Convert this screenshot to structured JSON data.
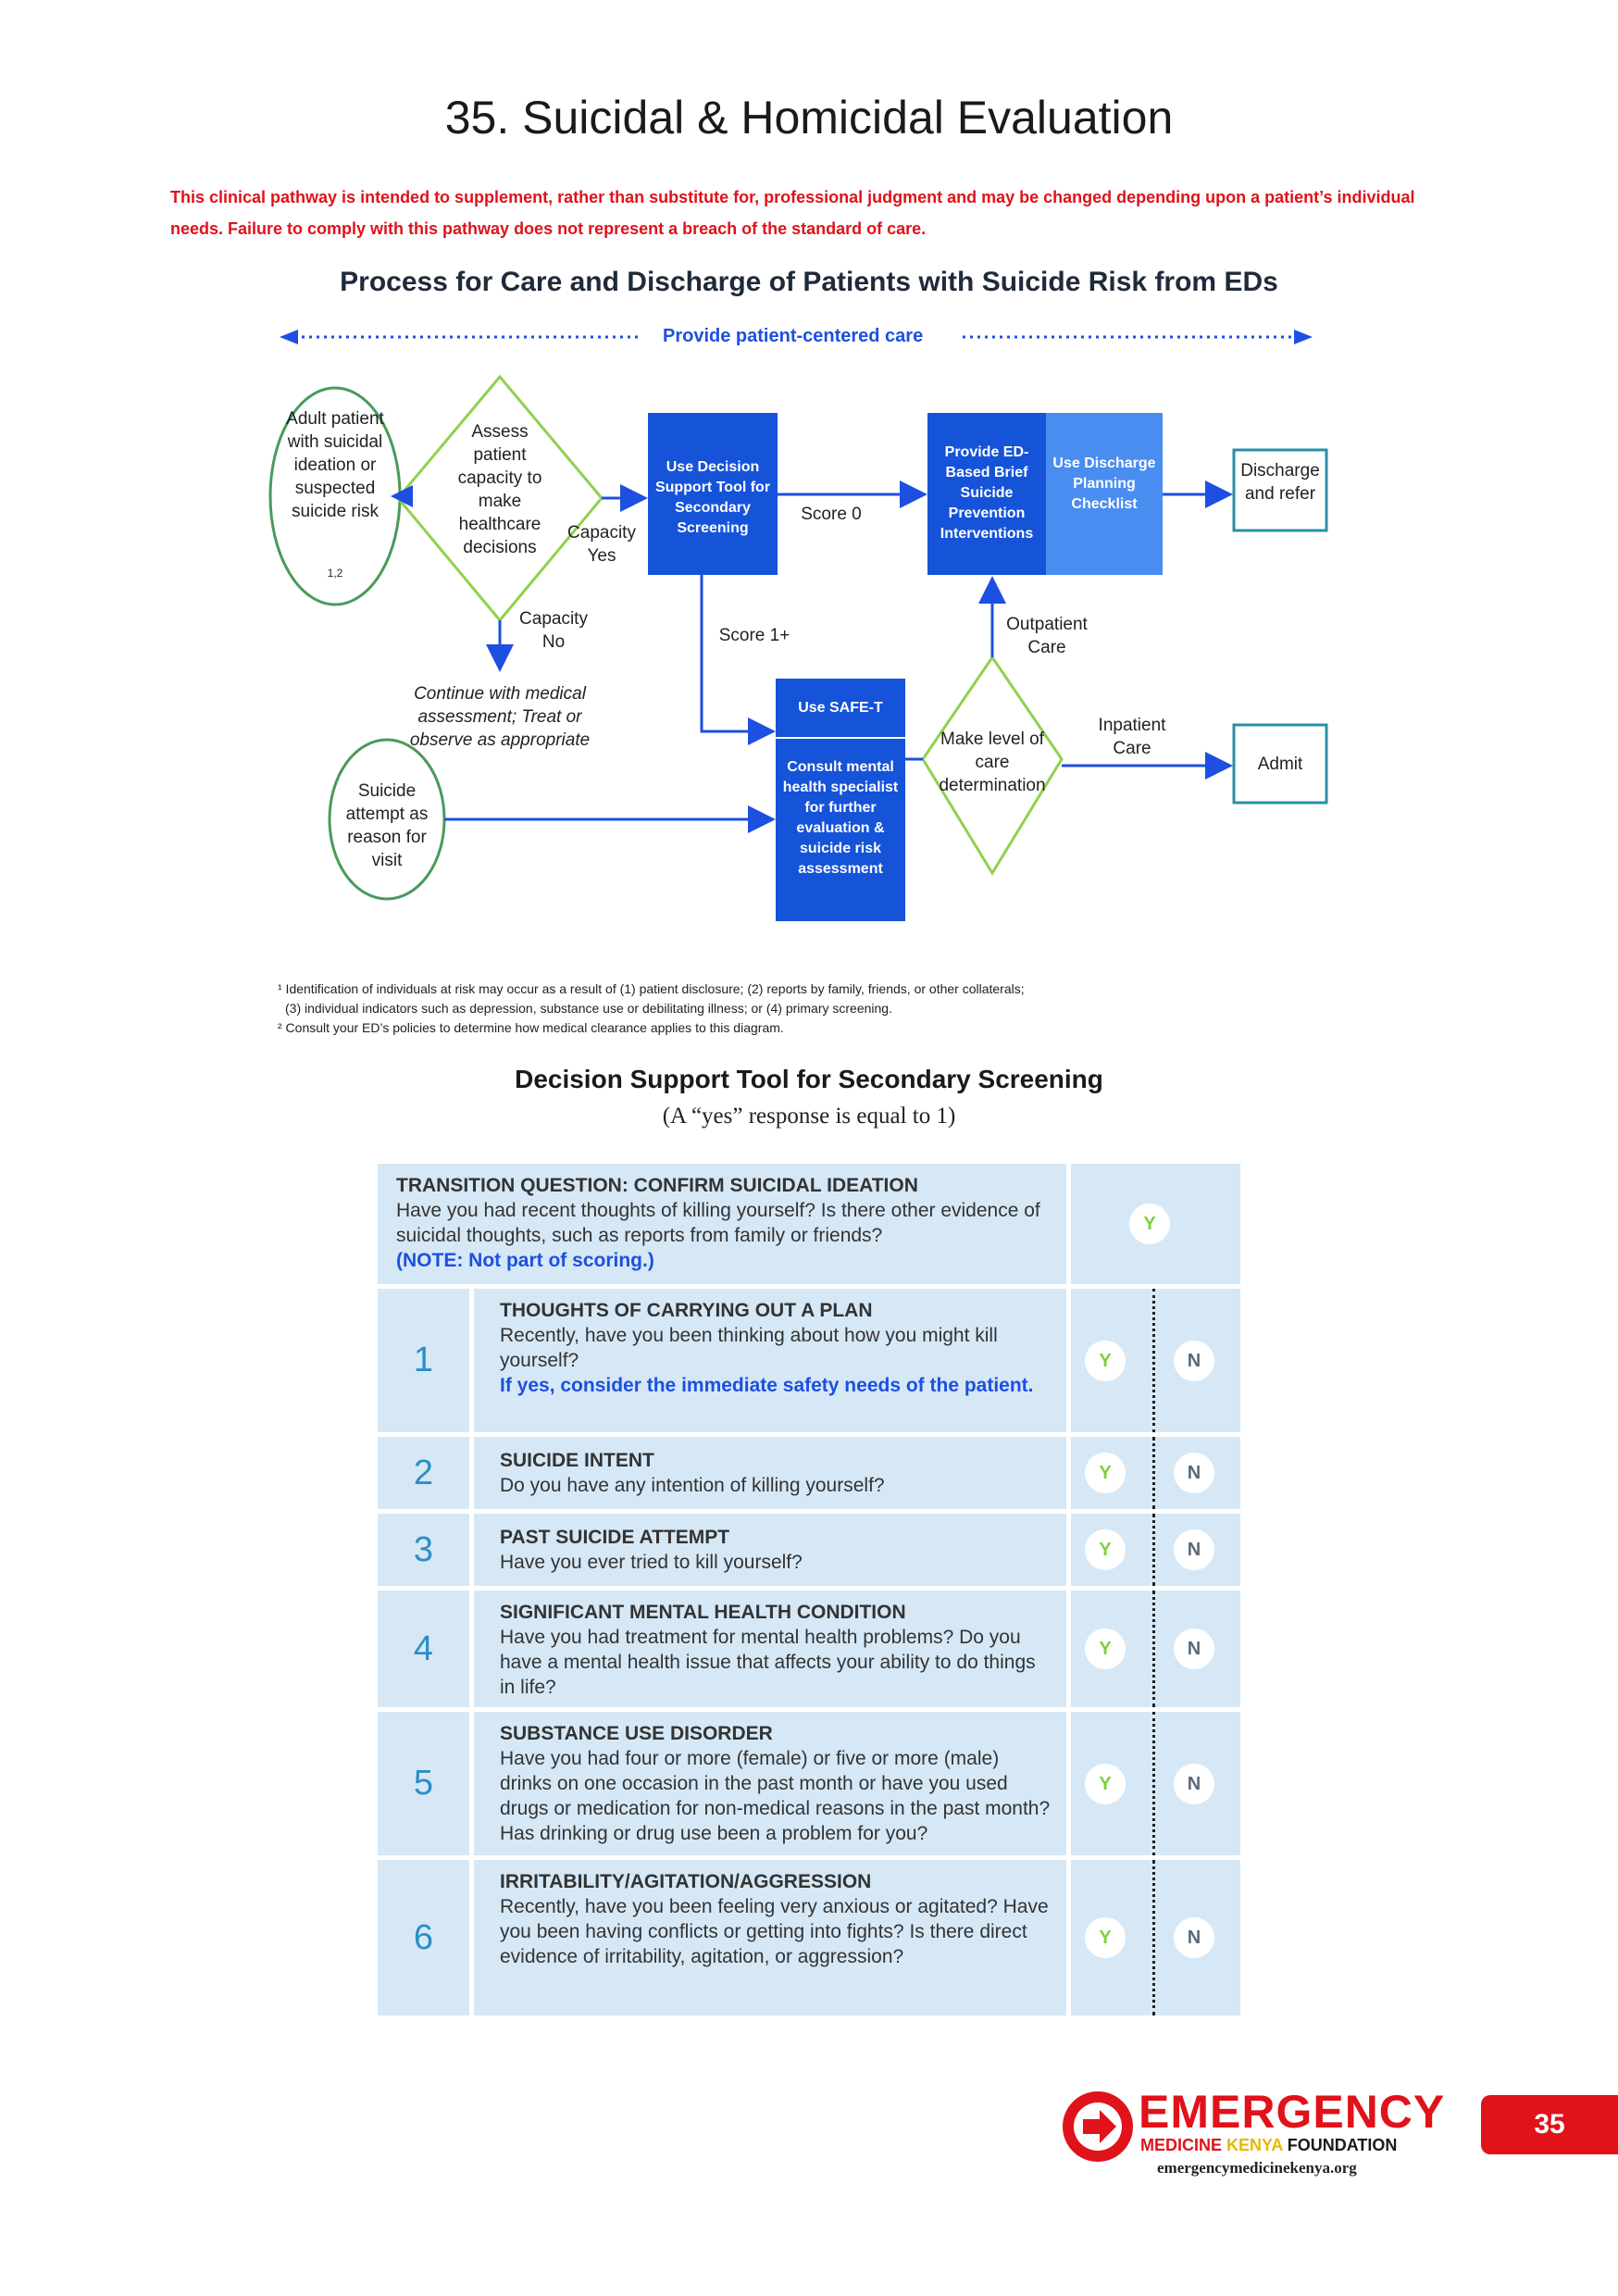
{
  "page": {
    "title": "35.  Suicidal & Homicidal Evaluation",
    "disclaimer": "This clinical pathway is intended to supplement, rather than substitute for, professional judgment and may be changed depending upon a patient’s individual needs. Failure to comply with this pathway does not represent a breach of the standard of care."
  },
  "flow": {
    "title": "Process for Care and Discharge of Patients with Suicide Risk from EDs",
    "banner": "Provide patient-centered care",
    "nodes": {
      "adult_patient": "Adult patient with suicidal ideation or suspected suicide risk",
      "adult_patient_sup": "1,2",
      "assess_capacity": "Assess patient capacity to make healthcare decisions",
      "use_dst": "Use Decision Support Tool for Secondary Screening",
      "provide_interventions": "Provide ED-Based Brief Suicide Prevention Interventions",
      "use_checklist": "Use Discharge Planning Checklist",
      "discharge": "Discharge and refer",
      "continue_medical": "Continue with medical assessment; Treat or observe as appropriate",
      "suicide_attempt": "Suicide attempt as reason for visit",
      "use_safet": "Use SAFE-T",
      "consult_specialist": "Consult mental health specialist for further evaluation & suicide risk assessment",
      "make_level": "Make level of care determination",
      "admit": "Admit"
    },
    "labels": {
      "capacity_yes": "Capacity Yes",
      "capacity_no": "Capacity No",
      "score0": "Score 0",
      "score1": "Score 1+",
      "outpatient": "Outpatient Care",
      "inpatient": "Inpatient Care"
    },
    "colors": {
      "dark_blue": "#1553d8",
      "light_blue": "#4a8df0",
      "arrow": "#1d4fe0",
      "green_outline": "#4a9a5a",
      "diamond_outline": "#8fd14f",
      "teal_box": "#2a8fa8"
    }
  },
  "footnotes": {
    "line1": "¹ Identification of individuals at risk may occur as a result of (1) patient disclosure; (2) reports by family, friends, or other collaterals;",
    "line2": "(3) individual indicators such as depression, substance use or debilitating illness; or (4) primary screening.",
    "line3": "² Consult your ED’s policies to determine how medical clearance applies to this diagram."
  },
  "dst": {
    "title": "Decision Support Tool for Secondary Screening",
    "subtitle": "(A “yes” response is equal to 1)",
    "transition": {
      "head": "TRANSITION QUESTION: CONFIRM SUICIDAL IDEATION",
      "body": "Have you had recent thoughts of killing yourself? Is there other evidence of suicidal thoughts, such as reports from family or friends?",
      "note": "(NOTE: Not part of scoring.)",
      "yes": "Y"
    },
    "yes_label": "Y",
    "no_label": "N",
    "rows": [
      {
        "num": "1",
        "head": "THOUGHTS OF CARRYING OUT A PLAN",
        "body": "Recently, have you been thinking about how you might kill yourself?",
        "note": "If yes, consider the immediate safety needs of the patient."
      },
      {
        "num": "2",
        "head": "SUICIDE INTENT",
        "body": "Do you have any intention of killing yourself?"
      },
      {
        "num": "3",
        "head": "PAST SUICIDE ATTEMPT",
        "body": "Have you ever tried to kill yourself?"
      },
      {
        "num": "4",
        "head": "SIGNIFICANT MENTAL HEALTH CONDITION",
        "body": "Have you had treatment for mental health problems? Do you have a mental health issue that affects your ability to do things in life?"
      },
      {
        "num": "5",
        "head": "SUBSTANCE USE DISORDER",
        "body": "Have you had four or more (female) or five or more (male) drinks on one occasion in the past month or have you used drugs or medication for non-medical reasons in the past month? Has drinking or drug use been a problem for you?"
      },
      {
        "num": "6",
        "head": "IRRITABILITY/AGITATION/AGGRESSION",
        "body": "Recently, have you been feeling very anxious or agitated? Have you been having conflicts or getting into fights? Is there direct evidence of irritability, agitation, or aggression?"
      }
    ]
  },
  "footer": {
    "org_main": "EMERGENCY",
    "org_sub_1": "MEDICINE",
    "org_sub_2": "KENYA",
    "org_sub_3": "FOUNDATION",
    "url": "emergencymedicinekenya.org",
    "page_number": "35"
  }
}
